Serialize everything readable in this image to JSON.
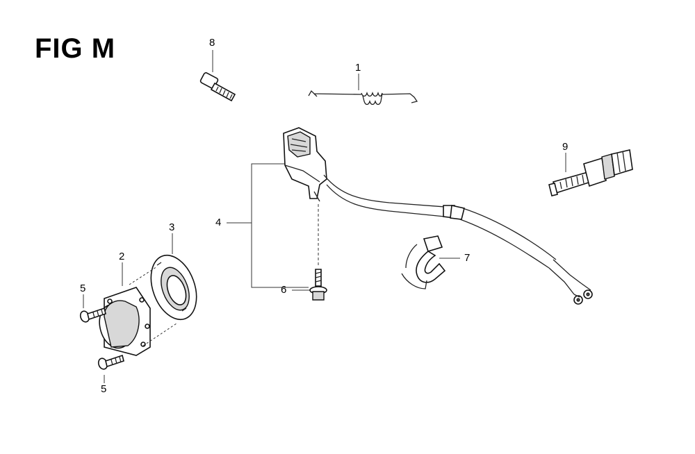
{
  "figure": {
    "title": "FIG M"
  },
  "callouts": {
    "c1": "1",
    "c2": "2",
    "c3": "3",
    "c4": "4",
    "c5a": "5",
    "c5b": "5",
    "c6": "6",
    "c7": "7",
    "c8": "8",
    "c9": "9"
  },
  "parts": [
    {
      "ref": "1",
      "icon": "return-spring-icon"
    },
    {
      "ref": "2",
      "icon": "cover-cap-icon"
    },
    {
      "ref": "3",
      "icon": "gasket-ring-icon"
    },
    {
      "ref": "4",
      "icon": "switch-assembly-icon"
    },
    {
      "ref": "5",
      "icon": "screw-icon"
    },
    {
      "ref": "6",
      "icon": "flange-bolt-icon"
    },
    {
      "ref": "7",
      "icon": "wire-clamp-icon"
    },
    {
      "ref": "8",
      "icon": "bolt-icon"
    },
    {
      "ref": "9",
      "icon": "spark-plug-icon"
    }
  ]
}
